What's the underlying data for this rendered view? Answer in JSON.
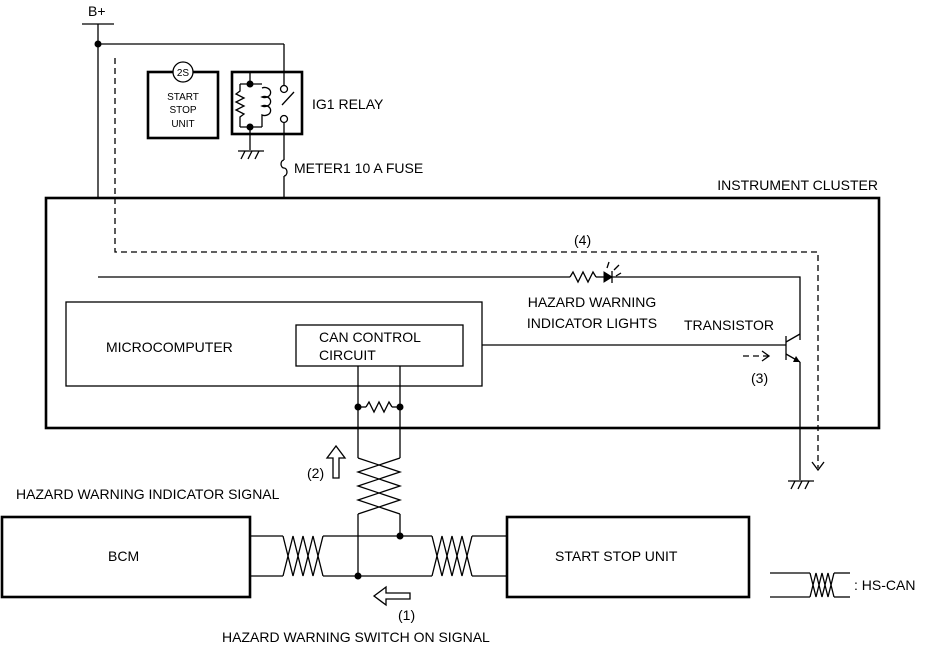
{
  "labels": {
    "b_plus": "B+",
    "start_stop_small": [
      "START",
      "STOP",
      "UNIT"
    ],
    "badge_2s": "2S",
    "ig1_relay": "IG1 RELAY",
    "fuse": "METER1 10 A FUSE",
    "instrument_cluster": "INSTRUMENT CLUSTER",
    "step4": "(4)",
    "hazard_lights": [
      "HAZARD WARNING",
      "INDICATOR LIGHTS"
    ],
    "transistor": "TRANSISTOR",
    "microcomputer": "MICROCOMPUTER",
    "can_control": [
      "CAN CONTROL",
      "CIRCUIT"
    ],
    "step3": "(3)",
    "step2": "(2)",
    "hazard_signal": "HAZARD WARNING INDICATOR SIGNAL",
    "bcm": "BCM",
    "start_stop_unit": "START STOP UNIT",
    "hs_can": ": HS-CAN",
    "step1": "(1)",
    "switch_signal": "HAZARD WARNING SWITCH ON SIGNAL"
  }
}
